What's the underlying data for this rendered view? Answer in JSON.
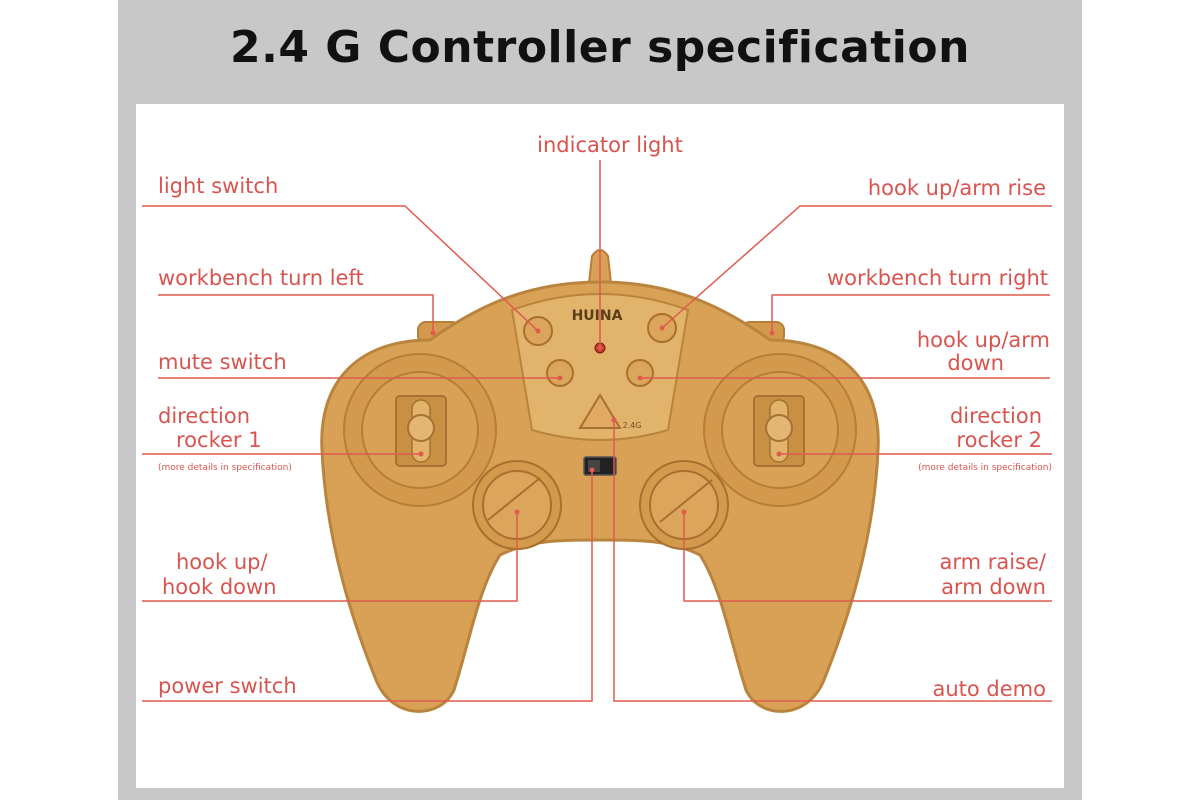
{
  "title": "2.4 G Controller specification",
  "colors": {
    "label": "#d9534f",
    "leader": "#e05a4e",
    "controller_body": "#d9a155",
    "controller_shade": "#c98f43",
    "frame": "#c8c8c8"
  },
  "brand": "HUINA",
  "band_badge": "2.4G",
  "labels": {
    "indicator_light": "indicator light",
    "light_switch": "light switch",
    "hook_up_arm_rise": "hook up/arm rise",
    "workbench_turn_left": "workbench turn left",
    "workbench_turn_right": "workbench turn right",
    "mute_switch": "mute switch",
    "hook_up_arm_down_1": "hook up/arm",
    "hook_up_arm_down_2": "down",
    "direction_rocker_1_a": "direction",
    "direction_rocker_1_b": "rocker 1",
    "direction_rocker_2_a": "direction",
    "direction_rocker_2_b": "rocker 2",
    "more_details_left": "(more details in specification)",
    "more_details_right": "(more details in specification)",
    "hook_up_hook_down_1": "hook up/",
    "hook_up_hook_down_2": "hook down",
    "arm_raise_arm_down_1": "arm raise/",
    "arm_raise_arm_down_2": "arm down",
    "power_switch": "power switch",
    "auto_demo": "auto demo"
  }
}
